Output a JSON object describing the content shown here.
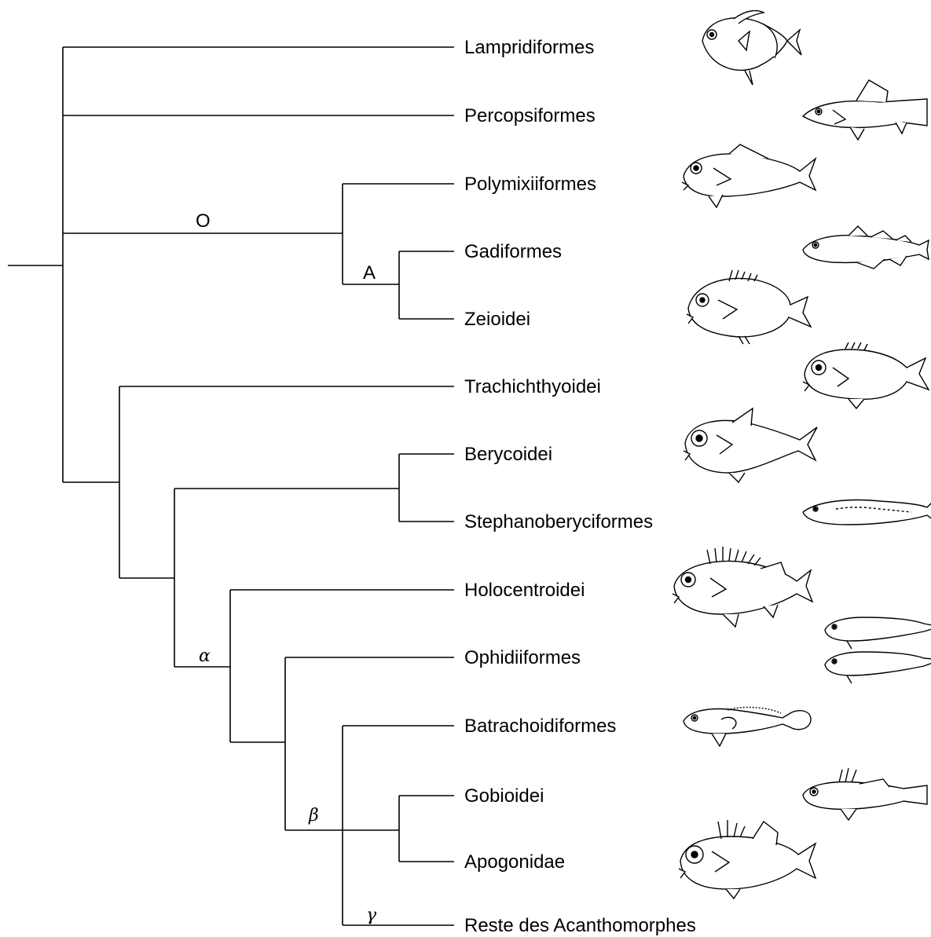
{
  "taxa": [
    {
      "label": "Lampridiformes",
      "icon": "fish-lampris-icon"
    },
    {
      "label": "Percopsiformes",
      "icon": "fish-percopsis-icon"
    },
    {
      "label": "Polymixiiformes",
      "icon": "fish-polymixia-icon"
    },
    {
      "label": "Gadiformes",
      "icon": "fish-cod-icon"
    },
    {
      "label": "Zeioidei",
      "icon": "fish-zeioid-icon"
    },
    {
      "label": "Trachichthyoidei",
      "icon": "fish-trachichthys-icon"
    },
    {
      "label": "Berycoidei",
      "icon": "fish-beryx-icon"
    },
    {
      "label": "Stephanoberyciformes",
      "icon": "fish-stephanoberyx-icon"
    },
    {
      "label": "Holocentroidei",
      "icon": "fish-squirrelfish-icon"
    },
    {
      "label": "Ophidiiformes",
      "icon": "fish-cusk-eel-icon"
    },
    {
      "label": "Batrachoidiformes",
      "icon": "fish-toadfish-icon"
    },
    {
      "label": "Gobioidei",
      "icon": "fish-goby-icon"
    },
    {
      "label": "Apogonidae",
      "icon": "fish-cardinalfish-icon"
    },
    {
      "label": "Reste des Acanthomorphes",
      "icon": ""
    }
  ],
  "node_labels": {
    "O": "O",
    "A": "A",
    "alpha": "α",
    "beta": "β",
    "gamma": "γ"
  }
}
